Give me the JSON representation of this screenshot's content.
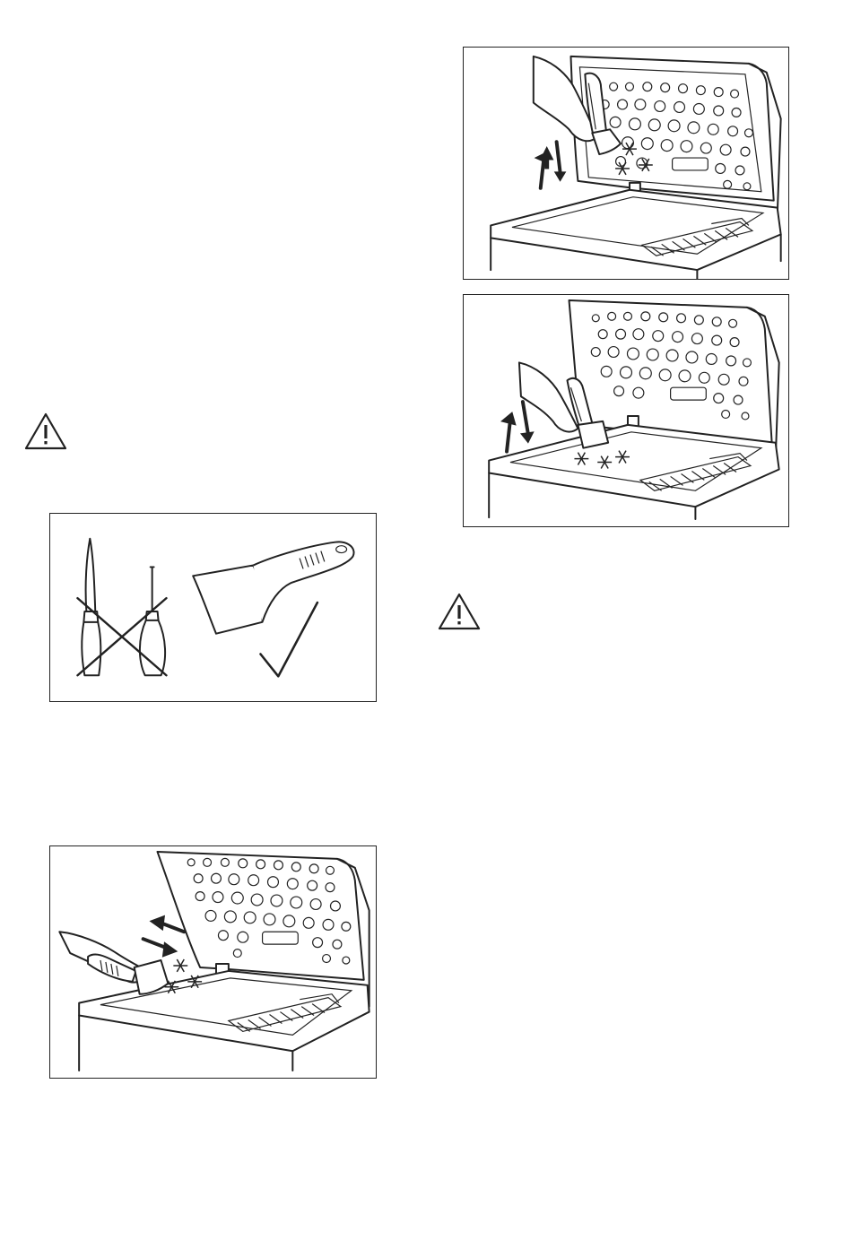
{
  "page": {
    "background": "#ffffff",
    "line_color": "#222222"
  },
  "icons": {
    "warning": "warning-triangle-icon",
    "cross": "cross-mark-icon",
    "check": "check-mark-icon",
    "arrows": "up-down-arrows-icon",
    "frost": "frost-star-icon"
  },
  "figures": [
    {
      "id": "tools",
      "description_icons": [
        "knife-icon",
        "screwdriver-icon",
        "plastic-scraper-icon"
      ]
    },
    {
      "id": "scrape-lid-edge"
    },
    {
      "id": "scrape-lid"
    },
    {
      "id": "scrape-cabinet"
    }
  ]
}
